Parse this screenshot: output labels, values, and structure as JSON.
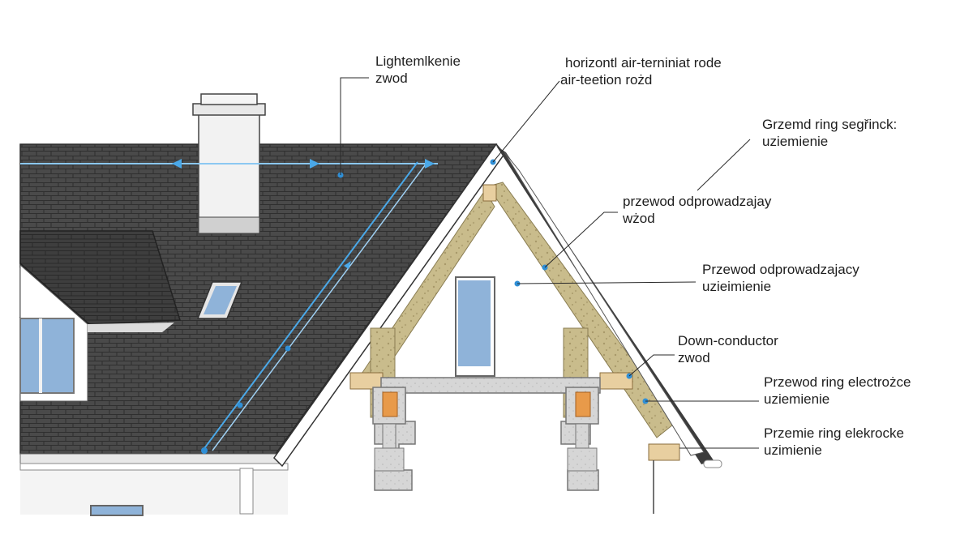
{
  "labels": {
    "lightning_rod": {
      "line1": "Lightemlkenie",
      "line2": "zwod"
    },
    "air_termination": {
      "line1": "horizontl air-terniniat rode",
      "line2": "air-teetion rożd"
    },
    "ground_ring_top": {
      "line1": "Grzemd ring segřinck:",
      "line2": "uziemienie"
    },
    "conductor_1": {
      "line1": "przewod odprowadzajay",
      "line2": "wżod"
    },
    "conductor_2": {
      "line1": "Przewod odprowadzajacy",
      "line2": "uzieimienie"
    },
    "down_conductor": {
      "line1": "Down-conductor",
      "line2": "zwod"
    },
    "ring_electrode_1": {
      "line1": "Przewod ring electrożce",
      "line2": "uziemienie"
    },
    "ring_electrode_2": {
      "line1": "Przemie ring elekrocke",
      "line2": "uzimienie"
    }
  },
  "colors": {
    "roof": "#4a4a4a",
    "conductor": "#4aa8e8",
    "insulation": "#c7b98a",
    "timber": "#e8cfa0",
    "concrete": "#d4d4d4",
    "foundation_core": "#e89a4a",
    "window": "#8fb3d9",
    "wall": "#ffffff",
    "leader_line": "#2a2a2a"
  }
}
